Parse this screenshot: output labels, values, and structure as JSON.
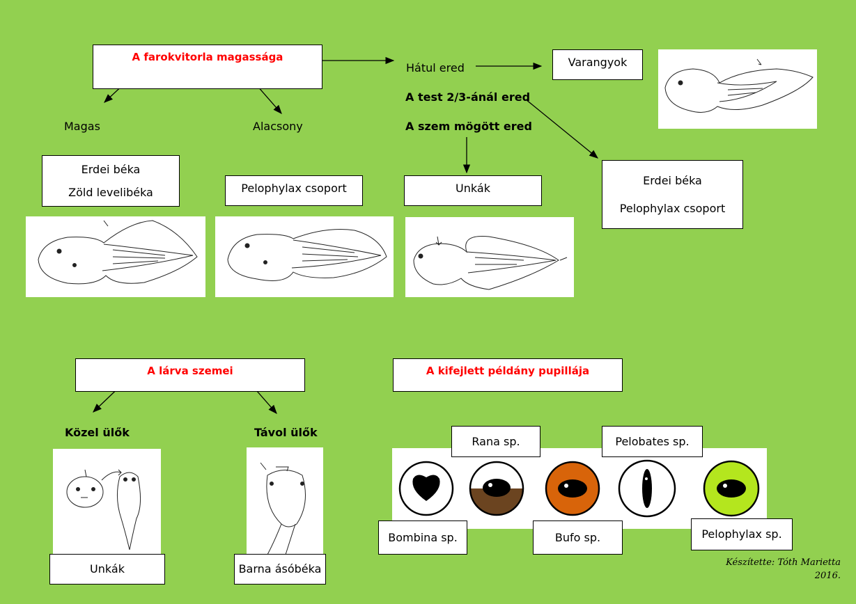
{
  "section1": {
    "title": "A farokvitorla magassága",
    "high": "Magas",
    "low": "Alacsony",
    "back": "Hátul ered",
    "two_thirds": "A test 2/3-ánál ered",
    "behind_eye": "A szem mögött ered",
    "toads": "Varangyok",
    "high_species": [
      "Erdei béka",
      "Zöld levelibéka"
    ],
    "low_species": "Pelophylax csoport",
    "behind_species": "Unkák",
    "two_thirds_species": [
      "Erdei béka",
      "Pelophylax csoport"
    ]
  },
  "section2": {
    "title": "A lárva szemei",
    "near": "Közel ülők",
    "far": "Távol ülők",
    "near_species": "Unkák",
    "far_species": "Barna ásóbéka"
  },
  "section3": {
    "title": "A kifejlett példány pupillája",
    "rana": "Rana sp.",
    "pelobates": "Pelobates sp.",
    "bombina": "Bombina sp.",
    "bufo": "Bufo sp.",
    "pelophylax": "Pelophylax sp."
  },
  "credit": {
    "author": "Készítette: Tóth Marietta",
    "year": "2016."
  },
  "colors": {
    "background": "#92d050",
    "title": "#ff0000",
    "bufo_iris": "#d8640a",
    "pelophylax_iris": "#b4e61e",
    "rana_iris": "#6b4420"
  }
}
